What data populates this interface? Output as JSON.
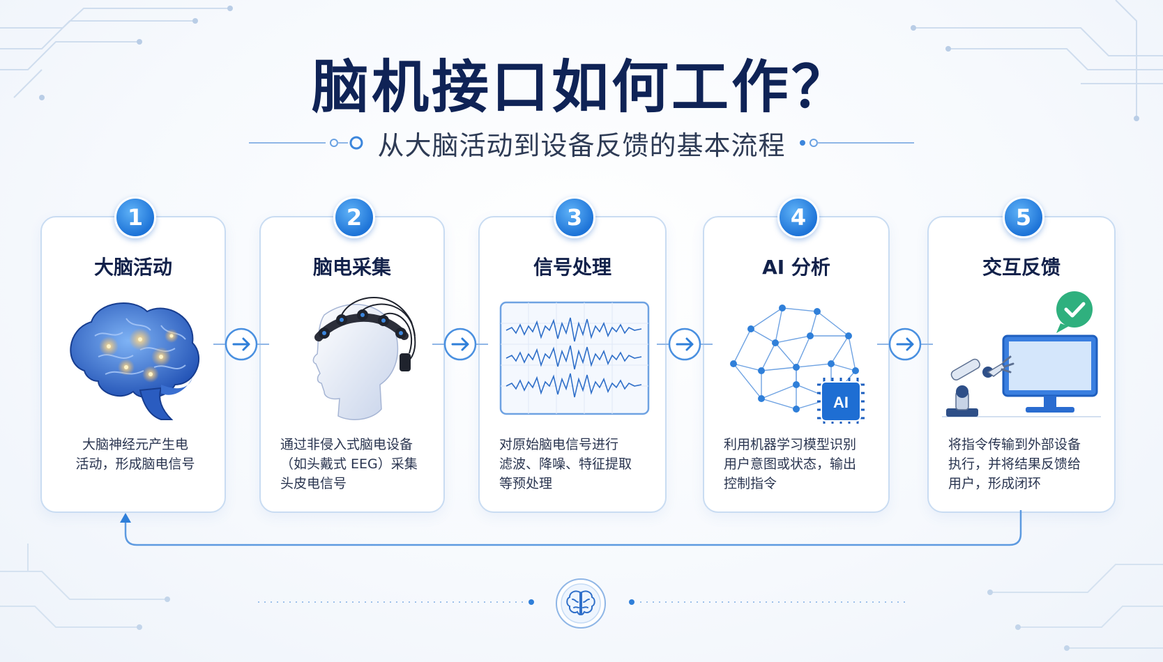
{
  "title": "脑机接口如何工作？",
  "subtitle": "从大脑活动到设备反馈的基本流程",
  "steps": [
    {
      "number": "1",
      "title": "大脑活动",
      "desc_lines": [
        "大脑神经元产生电",
        "活动，形成脑电信号"
      ]
    },
    {
      "number": "2",
      "title": "脑电采集",
      "desc_lines": [
        "通过非侵入式脑电设备",
        "（如头戴式 EEG）采集",
        "头皮电信号"
      ]
    },
    {
      "number": "3",
      "title": "信号处理",
      "desc_lines": [
        "对原始脑电信号进行",
        "滤波、降噪、特征提取",
        "等预处理"
      ]
    },
    {
      "number": "4",
      "title": "AI 分析",
      "desc_lines": [
        "利用机器学习模型识别",
        "用户意图或状态，输出",
        "控制指令"
      ]
    },
    {
      "number": "5",
      "title": "交互反馈",
      "desc_lines": [
        "将指令传输到外部设备",
        "执行，并将结果反馈给",
        "用户，形成闭环"
      ]
    }
  ],
  "ai_chip_label": "AI",
  "colors": {
    "accent": "#2f7fd9",
    "title": "#0f2356",
    "card_border": "#c9dcf2"
  },
  "icons": [
    "brain-icon",
    "eeg-headset-icon",
    "waveform-icon",
    "neural-network-icon",
    "robot-arm-icon",
    "monitor-icon",
    "checkmark-bubble-icon",
    "arrow-right-icon",
    "loop-arrow-icon"
  ]
}
